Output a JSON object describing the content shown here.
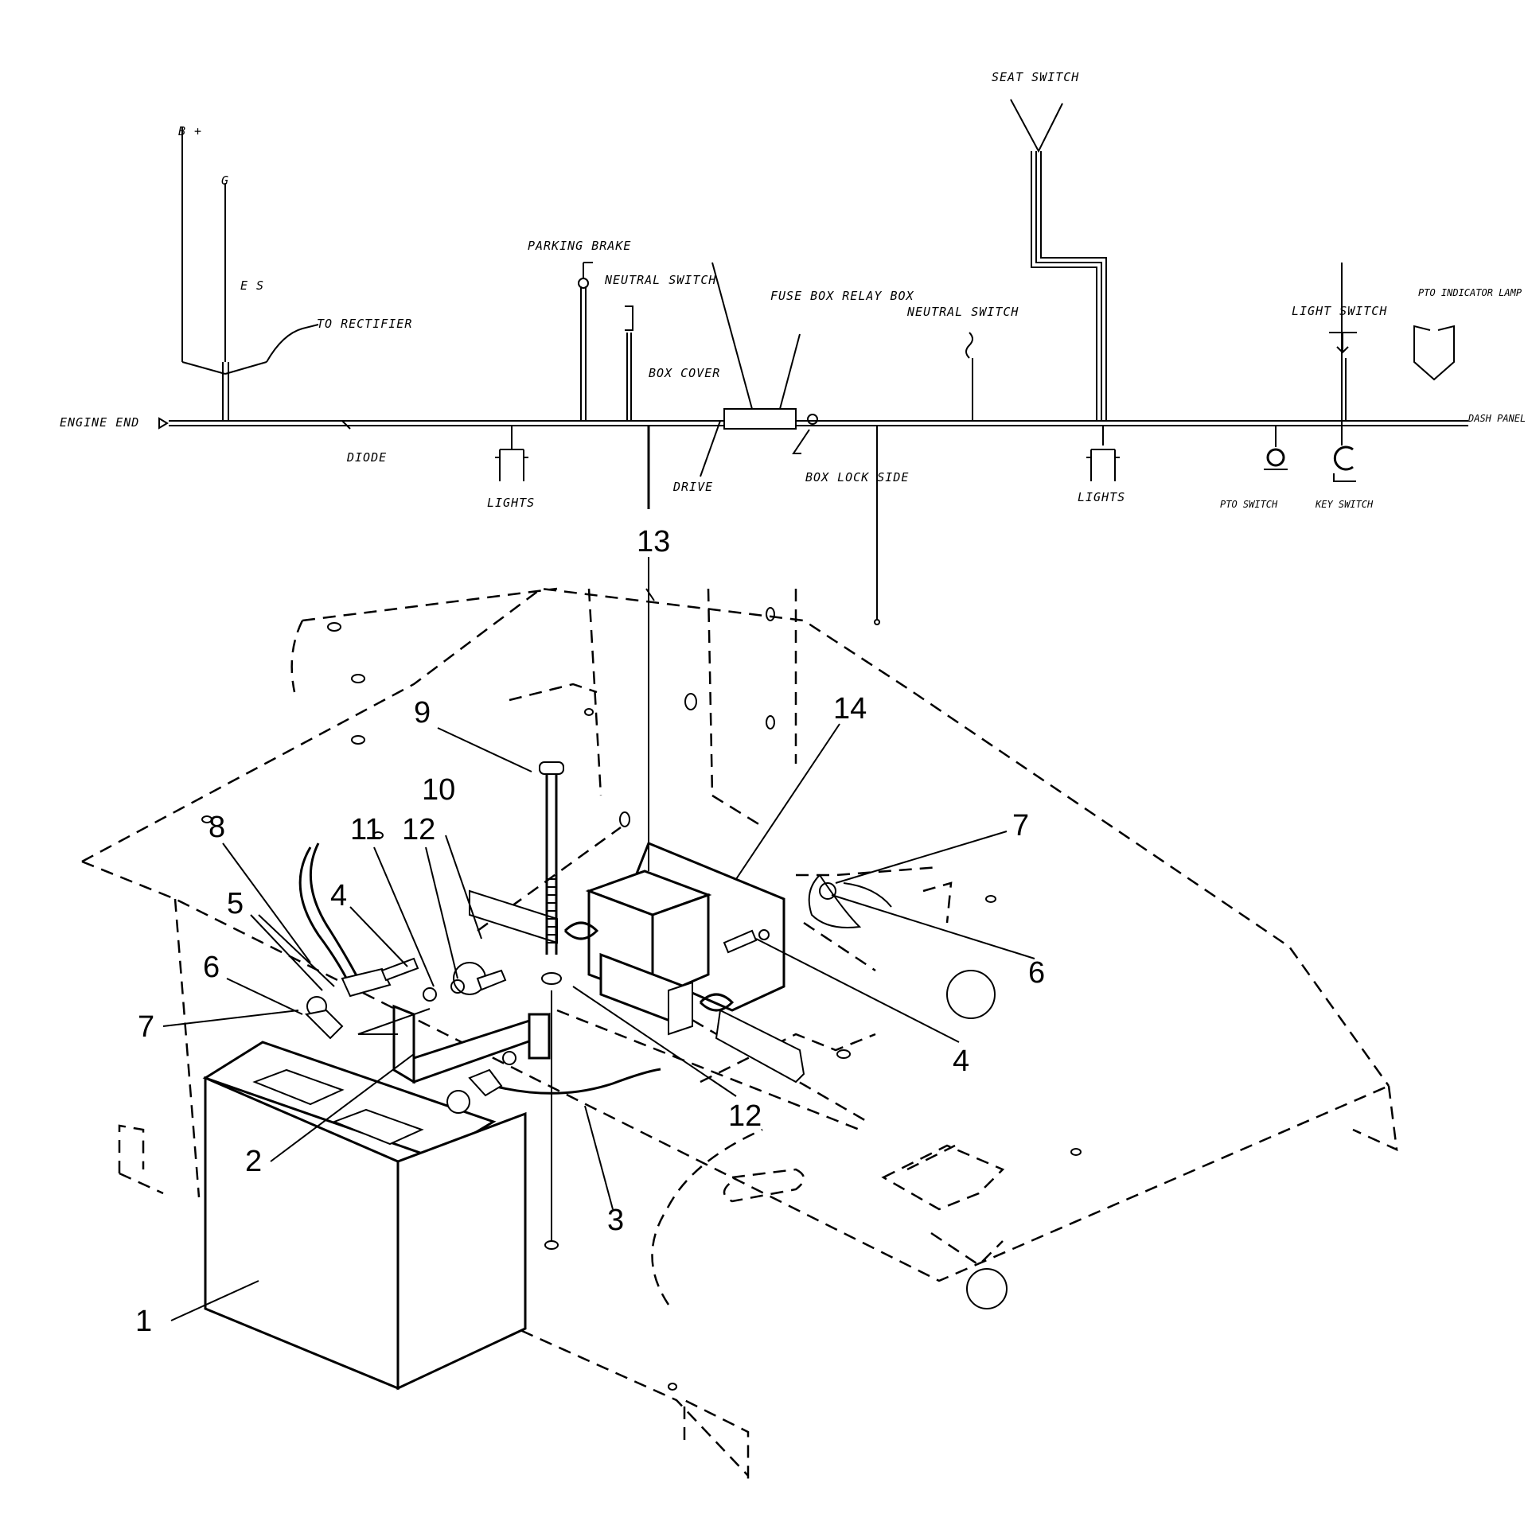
{
  "harness_labels": {
    "engine_end": "ENGINE END",
    "b_plus": "B +",
    "g": "G",
    "e_s": "E S",
    "to_rectifier": "TO RECTIFIER",
    "diode": "DIODE",
    "lights_left": "LIGHTS",
    "parking_brake": "PARKING BRAKE",
    "neutral_switch_left": "NEUTRAL SWITCH",
    "box_cover": "BOX COVER",
    "drive": "DRIVE",
    "fuse_box_relay_box": "FUSE BOX RELAY BOX",
    "box_lock_side": "BOX LOCK SIDE",
    "neutral_switch_right": "NEUTRAL SWITCH",
    "seat_switch": "SEAT SWITCH",
    "lights_right": "LIGHTS",
    "pto_switch": "PTO SWITCH",
    "key_switch": "KEY SWITCH",
    "light_switch": "LIGHT SWITCH",
    "pto_indicator_lamp": "PTO INDICATOR LAMP",
    "dash_panel": "DASH PANEL"
  },
  "callouts": {
    "c1": "1",
    "c2": "2",
    "c3": "3",
    "c4a": "4",
    "c4b": "4",
    "c5": "5",
    "c6a": "6",
    "c6b": "6",
    "c7a": "7",
    "c7b": "7",
    "c8": "8",
    "c9": "9",
    "c10": "10",
    "c11": "11",
    "c12a": "12",
    "c12b": "12",
    "c13": "13",
    "c14": "14"
  }
}
